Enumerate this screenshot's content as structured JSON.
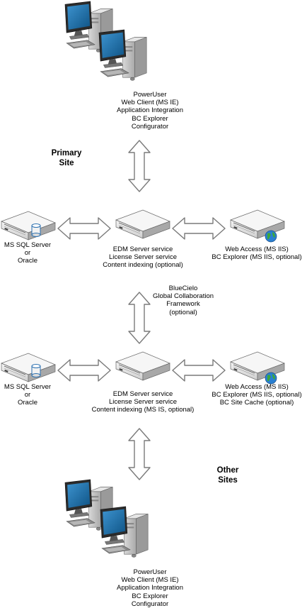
{
  "top_clients": {
    "lines": [
      "PowerUser",
      "Web Client (MS IE)",
      "Application Integration",
      "BC Explorer",
      "Configurator"
    ]
  },
  "primary_site": {
    "label_line1": "Primary",
    "label_line2": "Site",
    "db": {
      "lines": [
        "MS SQL Server",
        "or",
        "Oracle"
      ]
    },
    "edm": {
      "lines": [
        "EDM Server service",
        "License Server service",
        "Content indexing (optional)"
      ]
    },
    "web": {
      "lines": [
        "Web Access (MS IIS)",
        "BC Explorer (MS IIS, optional)"
      ]
    }
  },
  "gcf": {
    "lines": [
      "BlueCielo",
      "Global Collaboration",
      "Framework",
      "(optional)"
    ]
  },
  "other_sites": {
    "label_line1": "Other",
    "label_line2": "Sites",
    "db": {
      "lines": [
        "MS SQL Server",
        "or",
        "Oracle"
      ]
    },
    "edm": {
      "lines": [
        "EDM Server service",
        "License Server service",
        "Content indexing (MS IS, optional)"
      ]
    },
    "web": {
      "lines": [
        "Web Access (MS IIS)",
        "BC Explorer (MS IIS, optional)",
        "BC Site Cache (optional)"
      ]
    }
  },
  "bottom_clients": {
    "lines": [
      "PowerUser",
      "Web Client (MS IE)",
      "Application Integration",
      "BC Explorer",
      "Configurator"
    ]
  },
  "colors": {
    "screen": "#1c6fa8",
    "server_body": "#e8e8e8",
    "arrow_stroke": "#7a7a7a",
    "arrow_fill": "#ffffff",
    "globe": "#2a7fd1"
  },
  "icons": [
    "workstation-icon",
    "server-icon",
    "database-icon",
    "globe-icon",
    "double-arrow-icon"
  ]
}
